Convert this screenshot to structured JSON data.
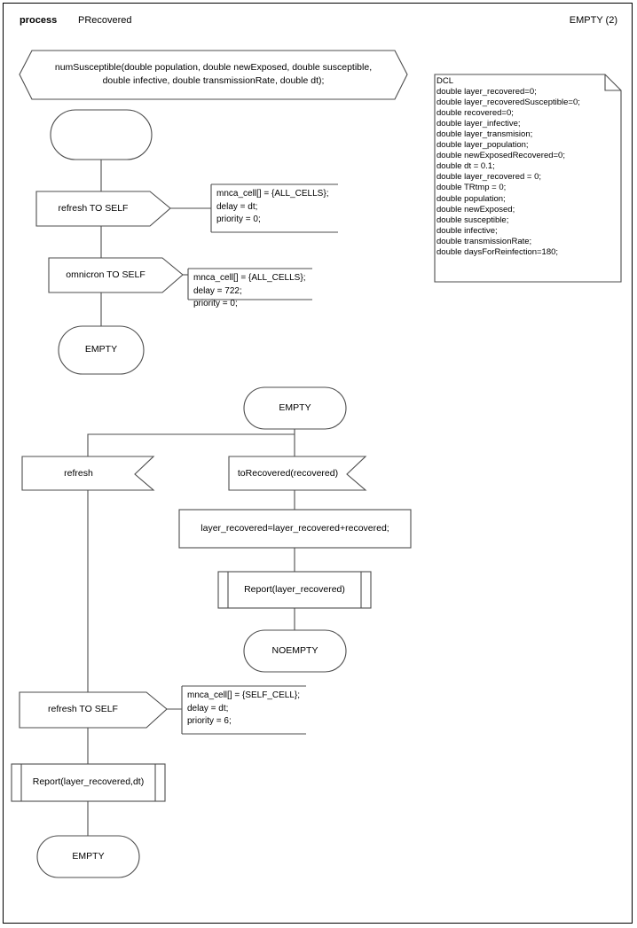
{
  "header": {
    "keyword": "process",
    "name": "PRecovered",
    "state_ref": "EMPTY (2)"
  },
  "declaration_symbol": {
    "line1": "numSusceptible(double population, double newExposed, double susceptible,",
    "line2": "double infective, double transmissionRate, double dt);"
  },
  "dcl_note": {
    "title": "DCL",
    "lines": [
      "double layer_recovered=0;",
      "double layer_recoveredSusceptible=0;",
      "double recovered=0;",
      "double layer_infective;",
      "double layer_transmision;",
      "double layer_population;",
      "double newExposedRecovered=0;",
      "double dt = 0.1;",
      "double layer_recovered = 0;",
      "double TRtmp = 0;",
      "double population;",
      "double newExposed;",
      "double susceptible;",
      "double infective;",
      "double transmissionRate;",
      "double daysForReinfection=180;"
    ]
  },
  "nodes": {
    "start_state": "",
    "refresh_to_self_1": "refresh TO SELF",
    "omnicron_to_self": "omnicron TO SELF",
    "empty_state_1": "EMPTY",
    "empty_state_2": "EMPTY",
    "refresh_input": "refresh",
    "to_recovered_input": "toRecovered(recovered)",
    "task_assign": "layer_recovered=layer_recovered+recovered;",
    "procedure_report_1": "Report(layer_recovered)",
    "noempty_state": "NOEMPTY",
    "refresh_to_self_2": "refresh TO SELF",
    "procedure_report_2": "Report(layer_recovered,dt)",
    "empty_state_3": "EMPTY"
  },
  "comments": {
    "comment_1": [
      "mnca_cell[] = {ALL_CELLS};",
      "delay = dt;",
      "priority = 0;"
    ],
    "comment_2": [
      "mnca_cell[] = {ALL_CELLS};",
      "delay = 722;",
      "priority = 0;"
    ],
    "comment_3": [
      "mnca_cell[] = {SELF_CELL};",
      "delay = dt;",
      "priority = 6;"
    ]
  },
  "colors": {
    "stroke": "#4d4d4d",
    "stroke_dark": "#000000",
    "background": "#ffffff"
  }
}
